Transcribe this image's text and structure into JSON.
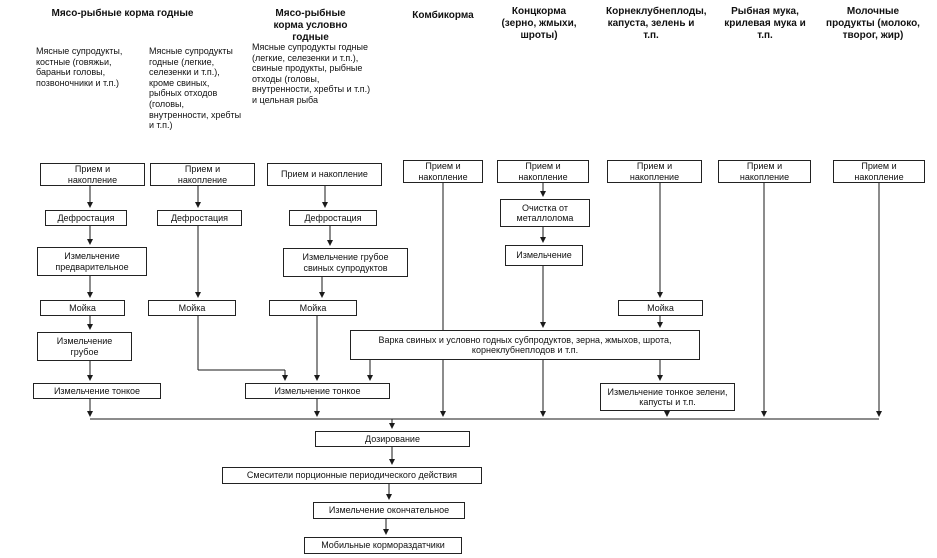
{
  "diagram": {
    "headers": [
      {
        "label": "Мясо-рыбные корма годные"
      },
      {
        "label": "Мясо-рыбные корма условно годные"
      },
      {
        "label": "Комбикорма"
      },
      {
        "label": "Концкорма (зерно, жмыхи, шроты)"
      },
      {
        "label": "Корнеклубнеплоды, капуста, зелень и т.п."
      },
      {
        "label": "Рыбная мука, крилевая мука и т.п."
      },
      {
        "label": "Молочные продукты (молоко, творог, жир)"
      }
    ],
    "subheaders": [
      {
        "label": "Мясные супродукты, костные (говяжьи, бараньи головы, позвоночники и т.п.)"
      },
      {
        "label": "Мясные супродукты годные (легкие, селезенки и т.п.), кроме свиных, рыбных отходов (головы, внутренности, хребты и т.п.)"
      },
      {
        "label": "Мясные супродукты годные (легкие, селезенки и т.п.), свиные продукты, рыбные отходы (головы, внутренности, хребты и т.п.) и цельная рыба"
      }
    ],
    "nodes": [
      {
        "label": "Прием и накопление"
      },
      {
        "label": "Прием и накопление"
      },
      {
        "label": "Прием и накопление"
      },
      {
        "label": "Прием и накопление"
      },
      {
        "label": "Прием и накопление"
      },
      {
        "label": "Прием и накопление"
      },
      {
        "label": "Прием и накопление"
      },
      {
        "label": "Прием и накопление"
      },
      {
        "label": "Дефростация"
      },
      {
        "label": "Дефростация"
      },
      {
        "label": "Дефростация"
      },
      {
        "label": "Очистка от металлолома"
      },
      {
        "label": "Измельчение предварительное"
      },
      {
        "label": "Измельчение грубое свиных супродуктов"
      },
      {
        "label": "Измельчение"
      },
      {
        "label": "Мойка"
      },
      {
        "label": "Мойка"
      },
      {
        "label": "Мойка"
      },
      {
        "label": "Мойка"
      },
      {
        "label": "Измельчение грубое"
      },
      {
        "label": "Варка свиных и условно годных субпродуктов, зерна, жмыхов, шрота, корнеклубнеплодов и т.п."
      },
      {
        "label": "Измельчение тонкое"
      },
      {
        "label": "Измельчение тонкое"
      },
      {
        "label": "Измельчение тонкое зелени, капусты и т.п."
      },
      {
        "label": "Дозирование"
      },
      {
        "label": "Смесители порционные периодического действия"
      },
      {
        "label": "Измельчение окончательное"
      },
      {
        "label": "Мобильные кормораздатчики"
      }
    ]
  }
}
